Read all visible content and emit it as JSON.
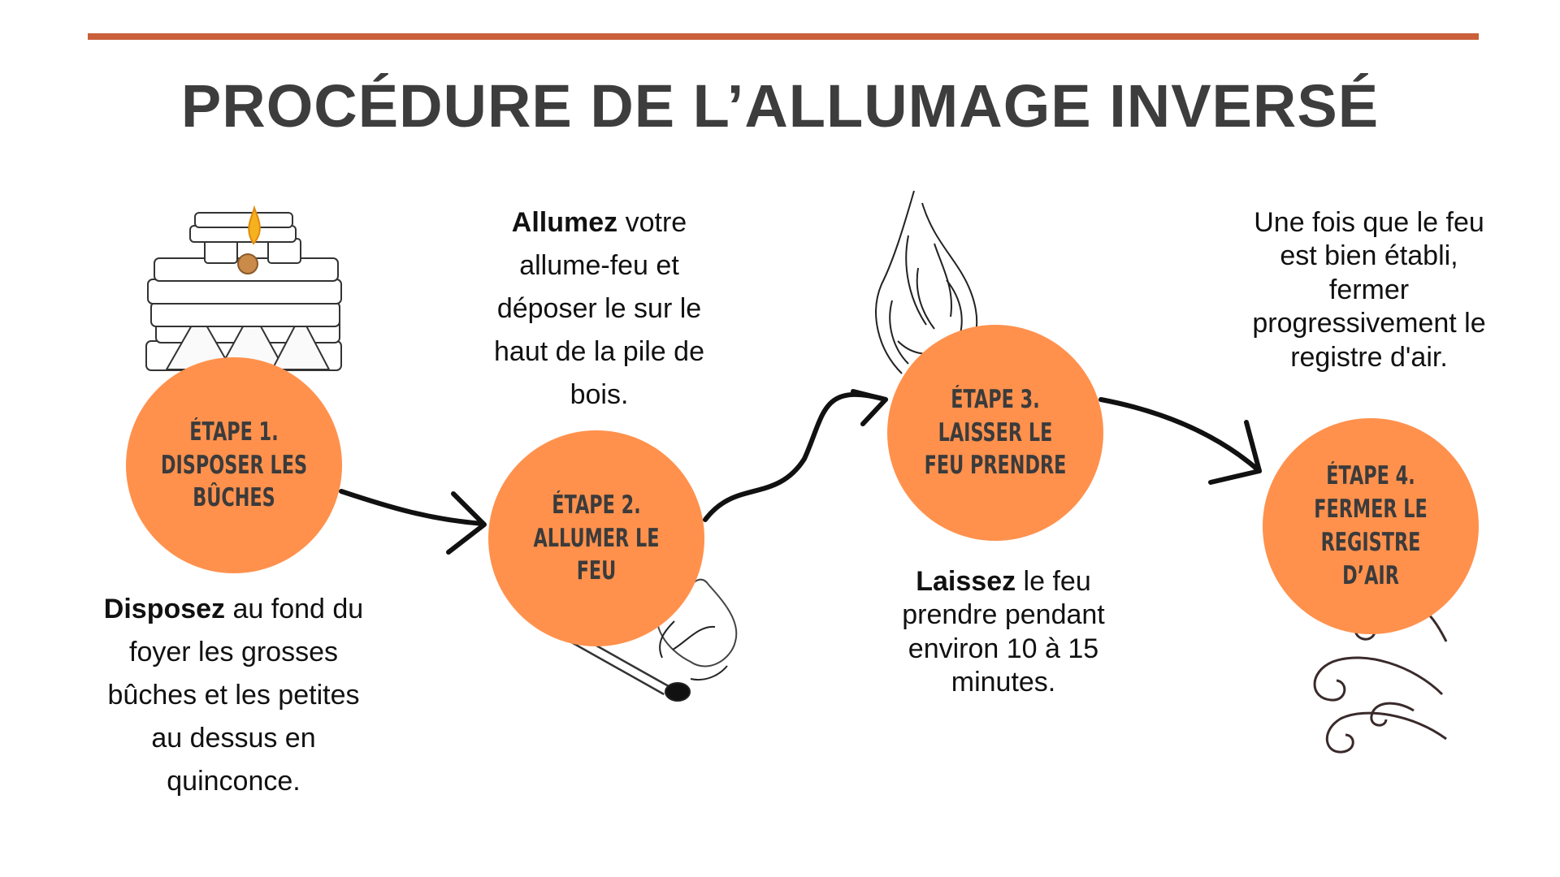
{
  "title": "PROCÉDURE DE L’ALLUMAGE INVERSÉ",
  "colors": {
    "accent_rule": "#c9603a",
    "circle_fill": "#ff914d",
    "title_text": "#3d3d3d",
    "label_text": "#3b3b3b"
  },
  "steps": [
    {
      "label": "ÉTAPE 1.\nDISPOSER LES\nBÛCHES",
      "desc_bold": "Disposez",
      "desc_rest": " au fond du foyer les grosses bûches et les petites au dessus en quinconce.",
      "icon": "log-pile-icon"
    },
    {
      "label": "ÉTAPE 2.\nALLUMER LE\nFEU",
      "desc_bold": "Allumez",
      "desc_rest": " votre allume-feu et déposer le sur le haut de la pile de bois.",
      "icon": "match-icon"
    },
    {
      "label": "ÉTAPE 3.\nLAISSER LE\nFEU PRENDRE",
      "desc_bold": "Laissez",
      "desc_rest": " le feu prendre pendant environ 10 à 15 minutes.",
      "icon": "flame-icon"
    },
    {
      "label": "ÉTAPE 4.\nFERMER LE\nREGISTRE D’AIR",
      "desc_bold": "",
      "desc_rest": "Une fois que le feu est bien établi, fermer progressivement le registre d'air.",
      "icon": "wind-icon"
    }
  ]
}
